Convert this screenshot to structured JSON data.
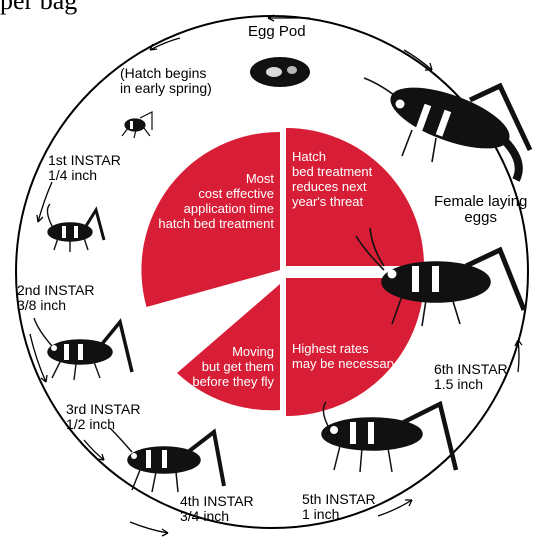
{
  "top_fragment": "per bag",
  "cycle_labels": {
    "egg_pod": "Egg Pod",
    "hatch_note": [
      "(Hatch begins",
      "in early spring)"
    ],
    "female": [
      "Female laying",
      "eggs"
    ],
    "instar1": [
      "1st INSTAR",
      "1/4 inch"
    ],
    "instar2": [
      "2nd INSTAR",
      "3/8 inch"
    ],
    "instar3": [
      "3rd INSTAR",
      "1/2 inch"
    ],
    "instar4": [
      "4th INSTAR",
      "3/4 inch"
    ],
    "instar5": [
      "5th INSTAR",
      "1 inch"
    ],
    "instar6": [
      "6th INSTAR",
      "1.5 inch"
    ]
  },
  "segments": {
    "top_left": [
      "Most",
      "cost effective",
      "application time",
      "hatch bed treatment"
    ],
    "top_right": [
      "Hatch",
      "bed treatment",
      "reduces next",
      "year's threat"
    ],
    "bottom_right": [
      "Highest rates",
      "may be necessary"
    ],
    "bottom_left": [
      "Moving",
      "but get them",
      "before they fly"
    ]
  },
  "colors": {
    "segment": "#d81e36",
    "ink": "#000000"
  }
}
